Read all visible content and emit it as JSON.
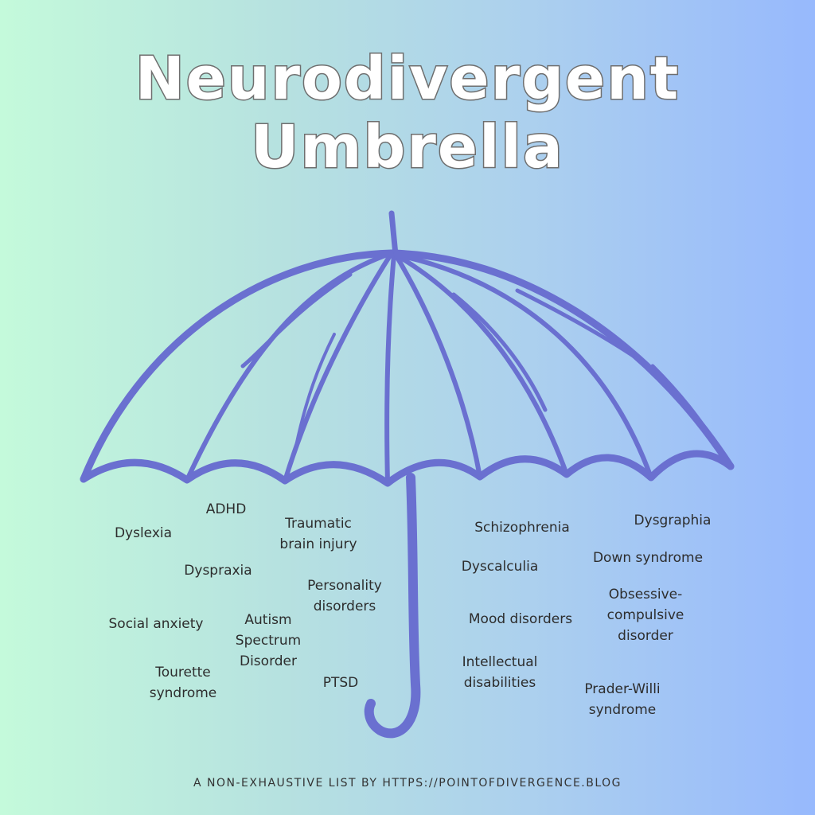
{
  "title": {
    "line1": "Neurodivergent",
    "line2": "Umbrella"
  },
  "colors": {
    "umbrella": "#6a70d0",
    "text": "#2d2d2d"
  },
  "illustration": {
    "icon": "umbrella-icon"
  },
  "terms": [
    {
      "id": "adhd",
      "text": "ADHD"
    },
    {
      "id": "dyslexia",
      "text": "Dyslexia"
    },
    {
      "id": "traumatic-brain-injury",
      "text": "Traumatic\nbrain injury"
    },
    {
      "id": "dyspraxia",
      "text": "Dyspraxia"
    },
    {
      "id": "personality-disorders",
      "text": "Personality\ndisorders"
    },
    {
      "id": "social-anxiety",
      "text": "Social anxiety"
    },
    {
      "id": "autism-spectrum-disorder",
      "text": "Autism\nSpectrum\nDisorder"
    },
    {
      "id": "tourette-syndrome",
      "text": "Tourette\nsyndrome"
    },
    {
      "id": "ptsd",
      "text": "PTSD"
    },
    {
      "id": "schizophrenia",
      "text": "Schizophrenia"
    },
    {
      "id": "dysgraphia",
      "text": "Dysgraphia"
    },
    {
      "id": "down-syndrome",
      "text": "Down syndrome"
    },
    {
      "id": "dyscalculia",
      "text": "Dyscalculia"
    },
    {
      "id": "obsessive-compulsive-disorder",
      "text": "Obsessive-\ncompulsive\ndisorder"
    },
    {
      "id": "mood-disorders",
      "text": "Mood disorders"
    },
    {
      "id": "intellectual-disabilities",
      "text": "Intellectual\ndisabilities"
    },
    {
      "id": "prader-willi-syndrome",
      "text": "Prader-Willi\nsyndrome"
    }
  ],
  "footer": "A NON-EXHAUSTIVE LIST BY HTTPS://POINTOFDIVERGENCE.BLOG"
}
